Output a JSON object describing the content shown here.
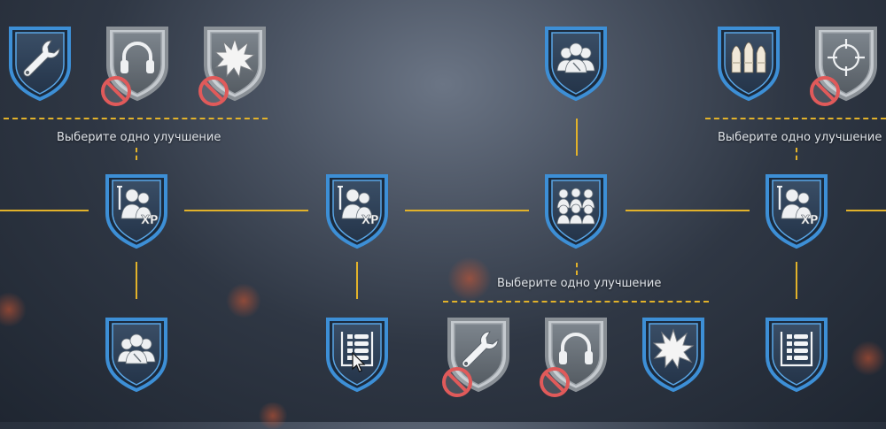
{
  "panel": {
    "choose_one_label": "Выберите одно улучшение"
  },
  "groups": [
    {
      "id": "g1",
      "label": "Выберите одно улучшение"
    },
    {
      "id": "g2",
      "label": "Выберите одно улучшение"
    },
    {
      "id": "g3",
      "label": "Выберите одно улучшение"
    }
  ],
  "nodes": [
    {
      "id": "repair-1",
      "icon": "wrench-icon",
      "state": "selected"
    },
    {
      "id": "radio-1",
      "icon": "headphones-icon",
      "state": "blocked"
    },
    {
      "id": "fire-1",
      "icon": "explosion-icon",
      "state": "blocked"
    },
    {
      "id": "crew-top",
      "icon": "crew-icon",
      "state": "selected"
    },
    {
      "id": "ammo-1",
      "icon": "ammo-icon",
      "state": "selected"
    },
    {
      "id": "aim-1",
      "icon": "crosshair-icon",
      "state": "blocked"
    },
    {
      "id": "xp-1",
      "icon": "crew-xp-icon",
      "state": "selected"
    },
    {
      "id": "xp-2",
      "icon": "crew-xp-icon",
      "state": "selected"
    },
    {
      "id": "crew-big",
      "icon": "crew-group-icon",
      "state": "selected"
    },
    {
      "id": "xp-3",
      "icon": "crew-xp-icon",
      "state": "selected"
    },
    {
      "id": "crew-2",
      "icon": "crew-icon",
      "state": "selected"
    },
    {
      "id": "ammo-rack-1",
      "icon": "ammo-rack-icon",
      "state": "selected"
    },
    {
      "id": "repair-2",
      "icon": "wrench-icon",
      "state": "blocked"
    },
    {
      "id": "radio-2",
      "icon": "headphones-icon",
      "state": "blocked"
    },
    {
      "id": "fire-2",
      "icon": "explosion-icon",
      "state": "selected"
    },
    {
      "id": "ammo-rack-2",
      "icon": "ammo-rack-icon",
      "state": "selected"
    }
  ],
  "colors": {
    "connector": "#e2b22a",
    "selected_border": "#3d8fd6",
    "blocked_border": "#8a9096",
    "block_badge": "#e05a5a",
    "label_text": "#dfe3e8"
  }
}
